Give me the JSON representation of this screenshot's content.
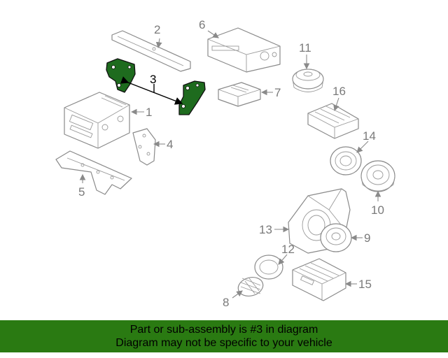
{
  "callouts": {
    "c1": "1",
    "c2": "2",
    "c3": "3",
    "c4": "4",
    "c5": "5",
    "c6": "6",
    "c7": "7",
    "c8": "8",
    "c9": "9",
    "c10": "10",
    "c11": "11",
    "c12": "12",
    "c13": "13",
    "c14": "14",
    "c15": "15",
    "c16": "16"
  },
  "highlight_color": "#2a7a12",
  "banner": {
    "line1": "Part or sub-assembly is #3 in diagram",
    "line2": "Diagram may not be specific to your vehicle"
  }
}
